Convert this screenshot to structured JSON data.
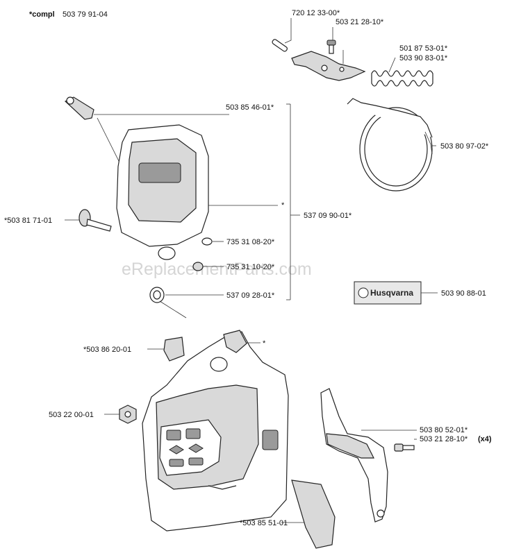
{
  "header": {
    "prefix": "*compl",
    "number": "503 79 91-04"
  },
  "watermark": "eReplacementParts.com",
  "logo": {
    "brand": "Husqvarna"
  },
  "labels": {
    "p720123300": "720 12 33-00*",
    "p503212810_top": "503 21 28-10*",
    "p501875301": "501 87 53-01*",
    "p503908301": "503 90 83-01*",
    "p503854601": "503 85 46-01*",
    "p503809702": "503 80 97-02*",
    "p503817101": "*503 81 71-01",
    "star_cover": "*",
    "p537099001": "537 09 90-01*",
    "p735310820": "735 31 08-20*",
    "p735311020": "735 31 10-20*",
    "p537092801": "537 09 28-01*",
    "p503908801": "503 90 88-01",
    "p503862001": "*503 86 20-01",
    "star_housing": "*",
    "p503220001": "503 22 00-01",
    "p503805201": "503 80 52-01*",
    "p503212810_bottom": "503 21 28-10*",
    "qty_x4": "(x4)",
    "p503855101": "*503 85 51-01"
  }
}
